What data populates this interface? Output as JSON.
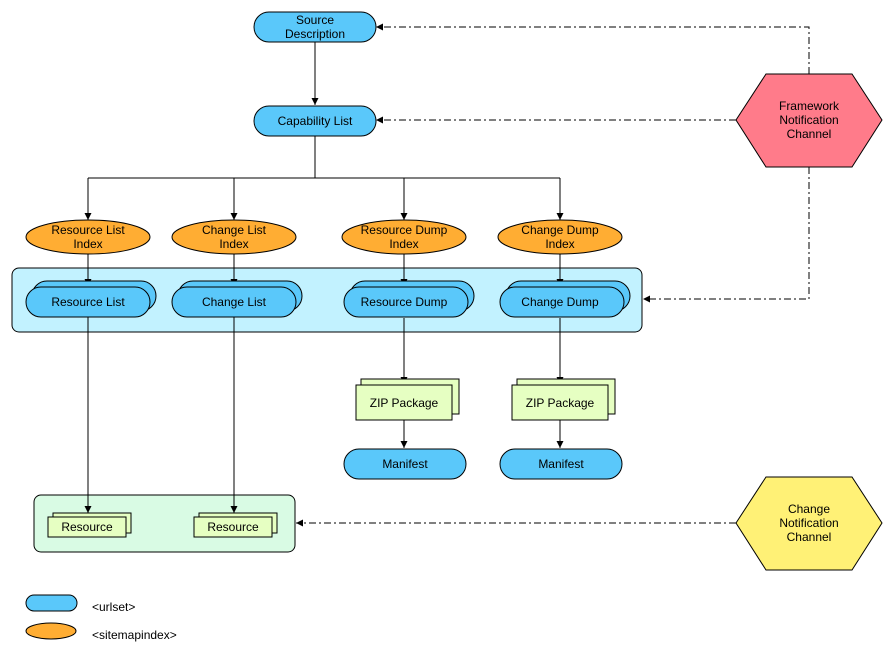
{
  "nodes": {
    "source_description": "Source\nDescription",
    "capability_list": "Capability List",
    "resource_list_index": "Resource List\nIndex",
    "change_list_index": "Change List\nIndex",
    "resource_dump_index": "Resource Dump\nIndex",
    "change_dump_index": "Change Dump\nIndex",
    "resource_list": "Resource List",
    "change_list": "Change List",
    "resource_dump": "Resource Dump",
    "change_dump": "Change Dump",
    "zip_package_1": "ZIP Package",
    "zip_package_2": "ZIP Package",
    "manifest_1": "Manifest",
    "manifest_2": "Manifest",
    "resource_1": "Resource",
    "resource_2": "Resource",
    "framework_notification_channel": "Framework\nNotification\nChannel",
    "change_notification_channel": "Change\nNotification\nChannel"
  },
  "legend": {
    "urlset": "<urlset>",
    "sitemapindex": "<sitemapindex>"
  },
  "colors": {
    "urlset": "#5ac8fa",
    "sitemapindex": "#ffad33",
    "group_blue": "#c2f2ff",
    "group_green": "#d9fbe4",
    "zip": "#e6ffc2",
    "framework": "#ff7b8a",
    "change": "#fff176"
  }
}
